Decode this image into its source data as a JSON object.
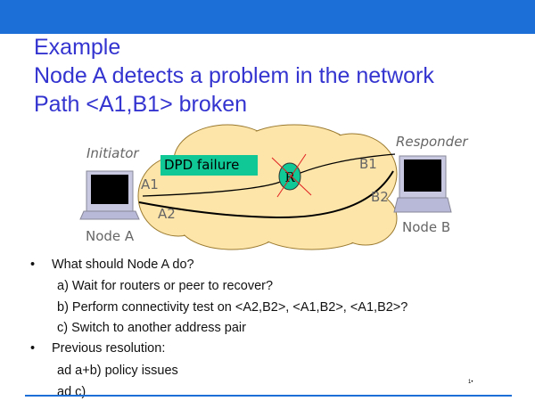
{
  "title": {
    "line1": "Example",
    "line2": "Node A detects a problem in the network",
    "line3": "Path <A1,B1> broken"
  },
  "diagram": {
    "initiator": "Initiator",
    "responder": "Responder",
    "node_a": "Node A",
    "node_b": "Node B",
    "a1": "A1",
    "a2": "A2",
    "b1": "B1",
    "b2": "B2",
    "failure": "DPD failure",
    "router": "R"
  },
  "bullets": [
    {
      "text": "What should Node A do?",
      "sub": [
        "a) Wait for routers or peer to recover?",
        "b) Perform connectivity test on <A2,B2>, <A1,B2>, <A1,B2>?",
        "c) Switch to another address pair"
      ]
    },
    {
      "text": "Previous resolution:",
      "sub": [
        "ad a+b) policy issues",
        "ad c)"
      ]
    }
  ],
  "bullet_glyph": "•",
  "page_number": "1•",
  "colors": {
    "bar": "#1c6fd6",
    "title": "#3434d0",
    "cloud": "#fde4a8",
    "label_bg": "#10c895"
  }
}
